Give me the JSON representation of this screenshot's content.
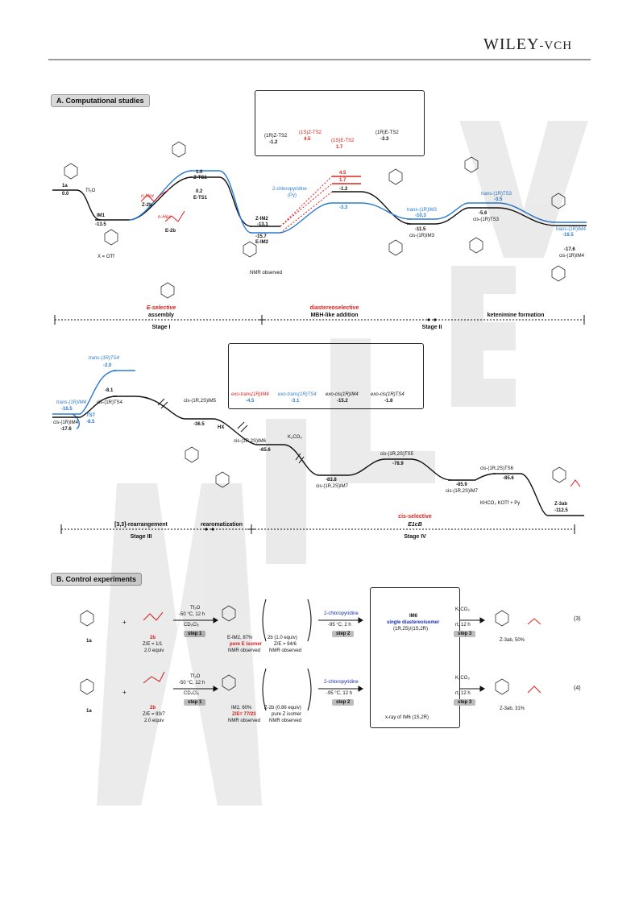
{
  "header": {
    "brand_bold": "WILEY",
    "brand_rest": "-VCH"
  },
  "sectionA": {
    "label": "A. Computational studies",
    "x_otf": "X = OTf",
    "nmr_observed": "NMR observed",
    "pyridine": "2-chloropyridine",
    "py": "(Py)",
    "tf2o": "Tf₂O",
    "hex_z": "n-Hex",
    "hex_e": "n-Hex",
    "z2b": "Z-2b",
    "e2b": "E-2b",
    "hx": "HX",
    "k2co3": "K₂CO₃",
    "khco3": "KHCO₃ KOTf + Py",
    "box1": {
      "c1": "(1R)Z-TS2",
      "v1": "-1.2",
      "c2": "(1S)Z-TS2",
      "v2": "4.5",
      "c3": "(1R)E-TS2",
      "v3": "-3.3",
      "c4": "(1S)E-TS2",
      "v4": "1.7"
    },
    "box2": [
      {
        "label": "exo-trans(1R)IM4",
        "value": "-4.5"
      },
      {
        "label": "exo-trans(1R)TS4",
        "value": "-3.1"
      },
      {
        "label": "exo-cis(1R)IM4",
        "value": "-15.2"
      },
      {
        "label": "exo-cis(1R)TS4",
        "value": "-1.8"
      }
    ],
    "energies": {
      "e1a": "0.0",
      "l1a": "1a",
      "eIM1": "-13.5",
      "lIM1": "IM1",
      "eZTS1": "1.0",
      "lZTS1": "Z-TS1",
      "eETS1": "0.2",
      "lETS1": "E-TS1",
      "eZIM2": "-13.1",
      "lZIM2": "Z-IM2",
      "eEIM2": "-15.7",
      "lEIM2": "E-IM2",
      "ts2a": "4.5",
      "ts2b": "1.7",
      "ts2c": "-1.2",
      "ts2d": "-3.3",
      "ltransIM3": "trans-(1R)IM3",
      "etransIM3": "-10.3",
      "ecisIM3": "-11.5",
      "lcisIM3": "cis-(1R)IM3",
      "ltransTS3": "trans-(1R)TS3",
      "etransTS3": "-3.5",
      "ecisTS3": "-5.6",
      "lcisTS3": "cis-(1R)TS3",
      "ltransIM4": "trans-(1R)IM4",
      "etransIM4": "-16.5",
      "ecisIM4": "-17.6",
      "lcisIM4": "cis-(1R)IM4"
    },
    "stage_row1": [
      {
        "top": "E-selective",
        "bottom": "assembly",
        "stage": "Stage I"
      },
      {
        "top": "diastereoselective",
        "bottom": "MBH-like addition",
        "stage": "Stage II"
      },
      {
        "top": "",
        "bottom": "ketenimine formation",
        "stage": ""
      }
    ],
    "energies2": {
      "ltransTS4": "trans-(1R)TS4",
      "etransTS4": "-2.0",
      "ecisTS4": "-8.1",
      "lcisTS4": "cis-(1R)TS4",
      "lcisIM5": "cis-(1R,2S)IM5",
      "ecisIM5": "-36.5",
      "ltransIM4b": "trans-(1R)IM4",
      "etransIM4b": "-16.5",
      "lTS7": "TS7",
      "eTS7": "-8.5",
      "lcisIM4b": "cis-(1R)IM4",
      "ecisIM4b": "-17.6",
      "lcisIM6": "cis-(1R,2S)IM6",
      "ecisIM6": "-65.6",
      "ecisIM7": "-83.8",
      "lcisIM7": "cis-(1R,2S)IM7",
      "lcisTS5": "cis-(1R,2S)TS5",
      "ecisTS5": "-78.9",
      "ecisIM7b": "-85.9",
      "lcisIM7b": "cis-(1R,2S)IM7",
      "lcisTS6": "cis-(1R,2S)TS6",
      "ecisTS6": "-85.6",
      "lZ3ab": "Z-3ab",
      "eZ3ab": "-112.5"
    },
    "stage_row2": [
      {
        "top": "",
        "bottom": "[3,3]-rearrangement",
        "stage": "Stage III"
      },
      {
        "top": "",
        "bottom": "rearomatization",
        "stage": ""
      },
      {
        "top": "cis-selective",
        "bottom": "E1cB",
        "stage": "Stage IV"
      }
    ]
  },
  "sectionB": {
    "label": "B. Control experiments",
    "row1": {
      "sub": "1a",
      "reag": "2b",
      "ratio": "Z/E = 1/1",
      "equiv": "2.0 equiv",
      "cond1": "Tf₂O",
      "cond1b": "-50 °C, 12 h",
      "cond1c": "CD₂Cl₂",
      "step1": "step 1",
      "int": "E-IM2, 87%",
      "int2": "pure E isomer",
      "int3": "NMR observed",
      "side": "2b (1.0 equiv)",
      "side2": "Z/E = 94/6",
      "side3": "NMR observed",
      "cond2": "2-chloropyridine",
      "cond2b": "-95 °C, 2 h",
      "step2": "step 2",
      "im6": "IM6",
      "im6b": "single diastereoisomer",
      "im6c": "(1R,2S)/(1S,2R)",
      "cond3": "K₂CO₃",
      "cond3b": "rt, 12 h",
      "step3": "step 3",
      "prod": "Z-3ab, 50%",
      "num": "(3)"
    },
    "row2": {
      "sub": "1a",
      "reag": "2b",
      "ratio": "Z/E = 93/7",
      "equiv": "2.0 equiv",
      "cond1": "Tf₂O",
      "cond1b": "-50 °C, 12 h",
      "cond1c": "CD₂Cl₂",
      "step1": "step 1",
      "int": "IM2, 60%",
      "int2": "Z/E= 77/23",
      "int3": "NMR observed",
      "side": "Z-2b (0.86 equiv)",
      "side2": "pure Z isomer",
      "side3": "NMR observed",
      "cond2": "2-chloropyridine",
      "cond2b": "-95 °C, 12 h",
      "step2": "step 2",
      "xray": "x-ray of IM6 (1S,2R)",
      "cond3": "K₂CO₃",
      "cond3b": "rt, 12 h",
      "step3": "step 3",
      "prod": "Z-3ab, 31%",
      "num": "(4)"
    }
  }
}
